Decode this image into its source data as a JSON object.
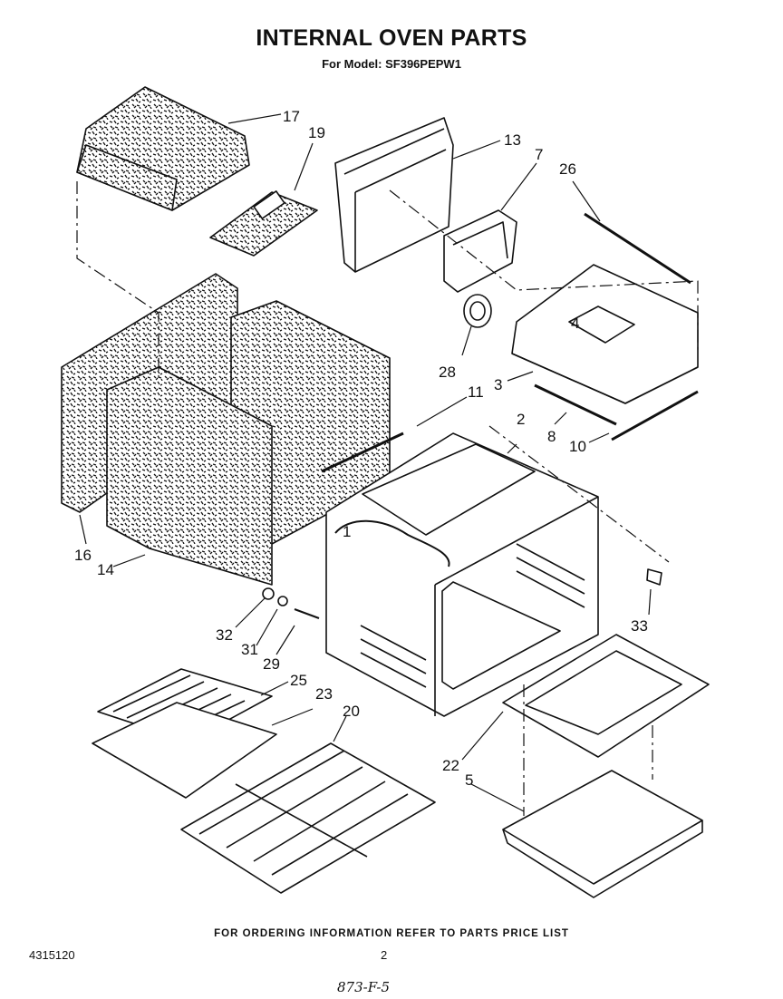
{
  "title": "INTERNAL OVEN PARTS",
  "model_line": "For Model: SF396PEPW1",
  "footer": "FOR ORDERING INFORMATION REFER TO PARTS PRICE LIST",
  "doc_number": "4315120",
  "page_number": "2",
  "handwritten_note": "873-F-5",
  "parts": [
    {
      "id": "p1",
      "number": "1"
    },
    {
      "id": "p2",
      "number": "2"
    },
    {
      "id": "p3",
      "number": "3"
    },
    {
      "id": "p4",
      "number": "4"
    },
    {
      "id": "p5",
      "number": "5"
    },
    {
      "id": "p7",
      "number": "7"
    },
    {
      "id": "p8",
      "number": "8"
    },
    {
      "id": "p10",
      "number": "10"
    },
    {
      "id": "p11",
      "number": "11"
    },
    {
      "id": "p13",
      "number": "13"
    },
    {
      "id": "p14",
      "number": "14"
    },
    {
      "id": "p16",
      "number": "16"
    },
    {
      "id": "p17",
      "number": "17"
    },
    {
      "id": "p19",
      "number": "19"
    },
    {
      "id": "p20",
      "number": "20"
    },
    {
      "id": "p22",
      "number": "22"
    },
    {
      "id": "p23",
      "number": "23"
    },
    {
      "id": "p25",
      "number": "25"
    },
    {
      "id": "p26",
      "number": "26"
    },
    {
      "id": "p28",
      "number": "28"
    },
    {
      "id": "p29",
      "number": "29"
    },
    {
      "id": "p31",
      "number": "31"
    },
    {
      "id": "p32",
      "number": "32"
    },
    {
      "id": "p33",
      "number": "33"
    }
  ]
}
